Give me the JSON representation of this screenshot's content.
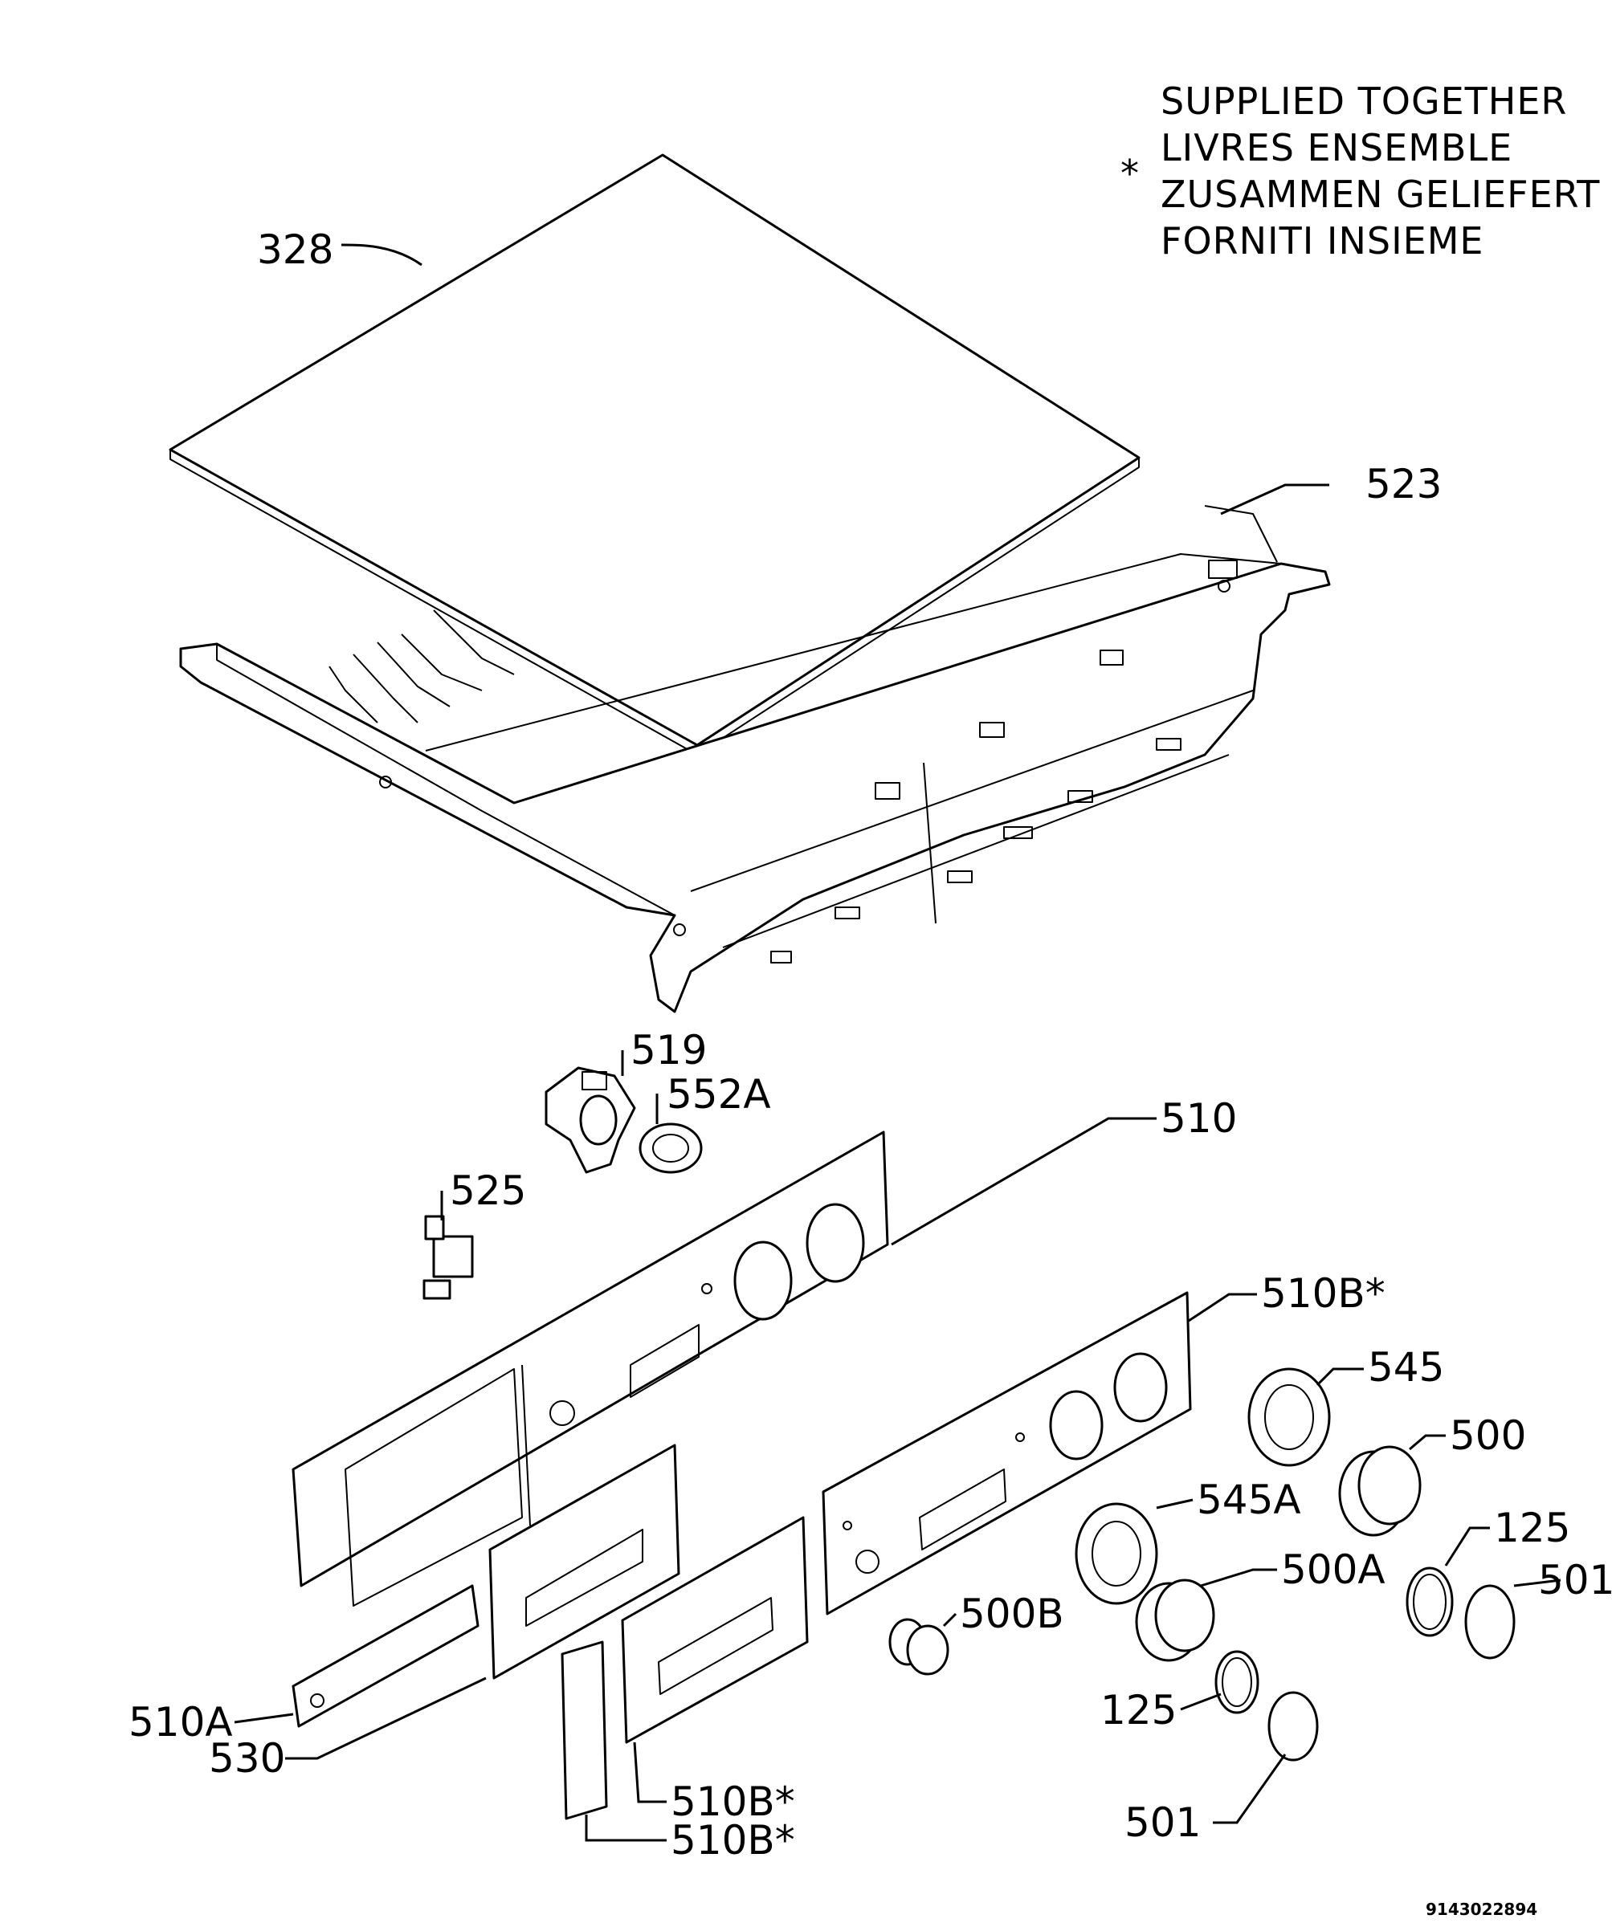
{
  "note": {
    "symbol": "*",
    "lines": [
      "SUPPLIED TOGETHER",
      "LIVRES ENSEMBLE",
      "ZUSAMMEN GELIEFERT",
      "FORNITI INSIEME"
    ]
  },
  "labels": {
    "p328": "328",
    "p523": "523",
    "p519": "519",
    "p552a": "552A",
    "p510": "510",
    "p525": "525",
    "p510b_a": "510B*",
    "p545": "545",
    "p500": "500",
    "p545a": "545A",
    "p125_a": "125",
    "p500a": "500A",
    "p501_a": "501",
    "p500b": "500B",
    "p510a": "510A",
    "p125_b": "125",
    "p530": "530",
    "p501_b": "501",
    "p510b_b": "510B*",
    "p510b_c": "510B*"
  },
  "drawing_number": "9143022894"
}
